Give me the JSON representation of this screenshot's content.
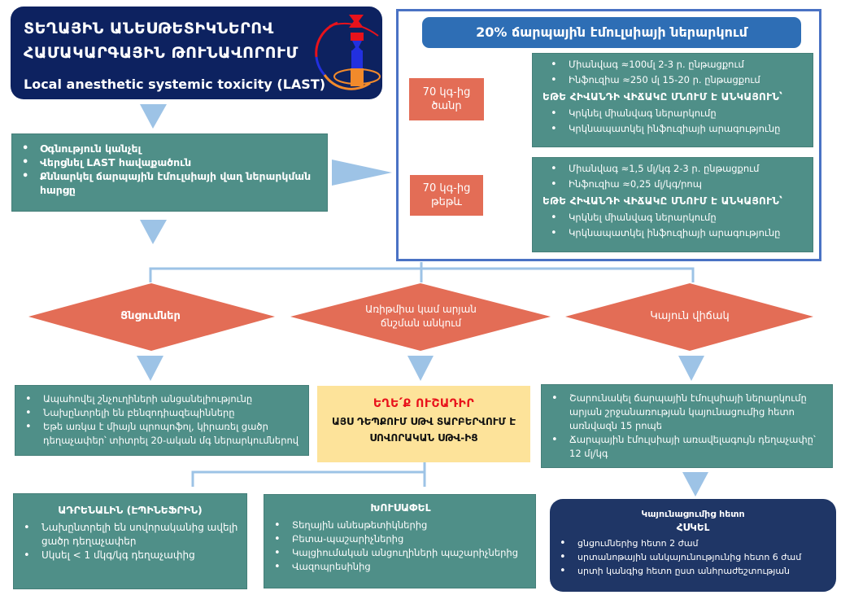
{
  "header": {
    "title_line1": "ՏԵՂԱՅԻՆ ԱՆԵՍԹԵՏԻԿՆԵՐՈՎ",
    "title_line2": "ՀԱՄԱԿԱՐԳԱՅԻՆ ԹՈՒՆԱՎՈՐՈՒՄ",
    "subtitle": "Local anesthetic systemic toxicity (LAST)",
    "logo_icon": "society-logo-icon"
  },
  "initial_actions": {
    "items": [
      "Օգնություն կանչել",
      "Վերցնել LAST հավաքածուն",
      "Քննարկել ճարպային էմուլսիայի վաղ ներարկման հարցը"
    ]
  },
  "lipid": {
    "header": "20% ճարպային էմուլսիայի ներարկում",
    "heavy": {
      "weight_label_line1": "70 կգ-ից",
      "weight_label_line2": "ծանր",
      "doses": [
        "Միանվագ ≈100մլ 2-3 ր. ընթացքում",
        "Ինֆուզիա ≈250 մլ 15-20 ր. ընթացքում"
      ],
      "unstable_heading": "ԵԹԵ ՀԻՎԱՆԴԻ ՎԻՃԱԿԸ ՄՆՈՒՄ Է ԱՆԿԱՅՈՒՆ՝",
      "unstable_actions": [
        "Կրկնել միանվագ ներարկումը",
        "Կրկնապատկել  ինֆուզիայի արագությունը"
      ]
    },
    "light": {
      "weight_label_line1": "70 կգ-ից",
      "weight_label_line2": "թեթև",
      "doses": [
        "Միանվագ ≈1,5 մլ/կգ  2-3 ր. ընթացքում",
        "Ինֆուզիա ≈0,25 մլ/կգ/րոպ"
      ],
      "unstable_heading": "ԵԹԵ ՀԻՎԱՆԴԻ ՎԻՃԱԿԸ ՄՆՈՒՄ Է ԱՆԿԱՅՈՒՆ՝",
      "unstable_actions": [
        "Կրկնել միանվագ ներարկումը",
        "Կրկնապատկել  ինֆուզիայի արագությունը"
      ]
    }
  },
  "decisions": [
    {
      "label_line1": "Ցնցումներ",
      "label_line2": ""
    },
    {
      "label_line1": "Առիթմիա կամ արյան",
      "label_line2": "ճնշման անկում"
    },
    {
      "label_line1": "Կայուն վիճակ",
      "label_line2": ""
    }
  ],
  "seizures": {
    "items": [
      "Ապահովել շնչուղիների անցանելիությունը",
      "Նախընտրելի են բենզոդիազեպինները",
      "Եթե առկա է միայն պրոպոֆոլ, կիրառել ցածր դեղաչափեր՝ տիտրել 20-ական մգ ներարկումներով"
    ]
  },
  "arrhythmia_warning": {
    "title": "ԵՂԵ՛Ք ՈՒՇԱԴԻՐ",
    "line1": "ԱՅՍ ԴԵՊՔՈՒՄ ՍԹՎ ՏԱՐԲԵՐՎՈՒՄ Է",
    "line2": "ՍՈՎՈՐԱԿԱՆ ՍԹՎ-ԻՑ",
    "title_color": "#e8121b"
  },
  "stable": {
    "items": [
      "Շարունակել ճարպային էմուլսիայի ներարկումը արյան շրջանառության կայունացումից հետո առնվազն 15 րոպե",
      "Ճարպային էմուլսիայի առավելագույն դեղաչափը՝ 12 մլ/կգ"
    ]
  },
  "adrenaline": {
    "title": "ԱԴՐԵՆԱԼԻՆ (ԷՊԻՆԵՖՐԻՆ)",
    "items": [
      "Նախընտրելի են սովորականից ավելի ցածր դեղաչափեր",
      "Սկսել < 1 մկգ/կգ դեղաչափից"
    ]
  },
  "avoid": {
    "title": "ԽՈՒՍԱՓԵԼ",
    "items": [
      "Տեղային անեսթետիկներից",
      "Բետա-պաշարիչներից",
      "Կալցիումական անցուղիների պաշարիչներից",
      "Վազոպրեսինից"
    ]
  },
  "monitor": {
    "title_line1": "Կայունացումից հետո",
    "title_line2": "ՀՍԿԵԼ",
    "items": [
      "ցնցումներից հետո 2 ժամ",
      "սրտանոթային անկայունությունից հետո 6 ժամ",
      "սրտի կանգից հետո ըստ անհրաժեշտության"
    ]
  },
  "colors": {
    "title_navy": "#0d2260",
    "teal": "#4f8f88",
    "coral": "#e36d56",
    "arrow_blue": "#9dc3e6",
    "frame_blue": "#4a72c4",
    "header_blue": "#2e6eb5",
    "warning_yellow": "#fde39a",
    "monitor_navy": "#1f3666"
  }
}
